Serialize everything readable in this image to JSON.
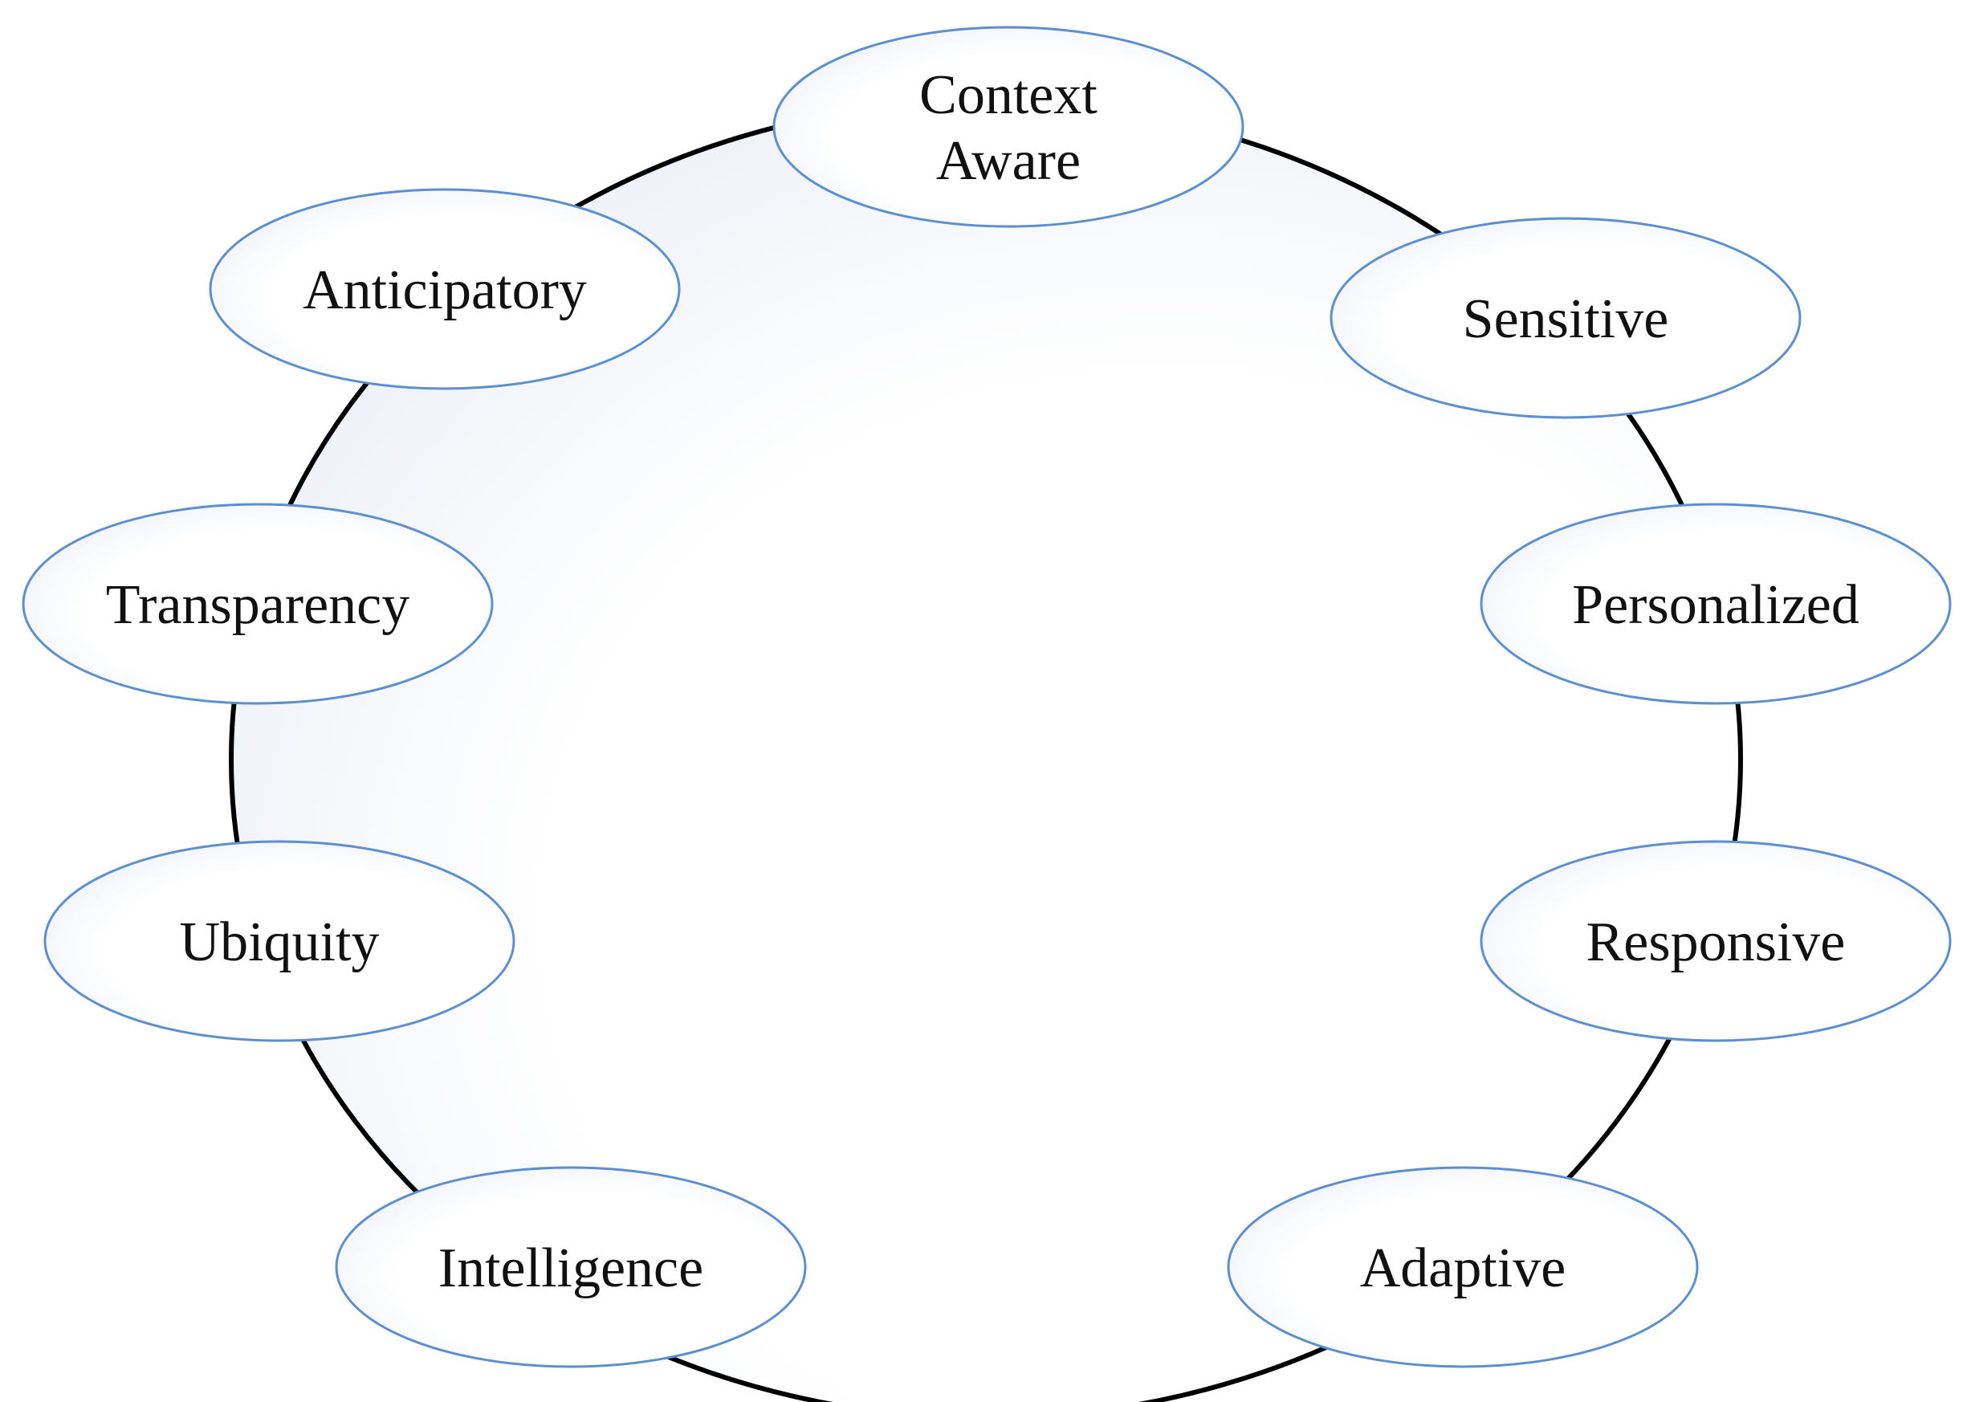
{
  "diagram": {
    "colors": {
      "ring_stroke": "#000000",
      "node_stroke": "#5b8fd0",
      "node_fill_edge": "#e8edf6",
      "node_fill_center": "#ffffff",
      "text": "#111111"
    },
    "nodes": [
      {
        "id": "context-aware",
        "lines": [
          "Context",
          "Aware"
        ]
      },
      {
        "id": "sensitive",
        "lines": [
          "Sensitive"
        ]
      },
      {
        "id": "personalized",
        "lines": [
          "Personalized"
        ]
      },
      {
        "id": "responsive",
        "lines": [
          "Responsive"
        ]
      },
      {
        "id": "adaptive",
        "lines": [
          "Adaptive"
        ]
      },
      {
        "id": "intelligence",
        "lines": [
          "Intelligence"
        ]
      },
      {
        "id": "ubiquity",
        "lines": [
          "Ubiquity"
        ]
      },
      {
        "id": "transparency",
        "lines": [
          "Transparency"
        ]
      },
      {
        "id": "anticipatory",
        "lines": [
          "Anticipatory"
        ]
      }
    ]
  }
}
